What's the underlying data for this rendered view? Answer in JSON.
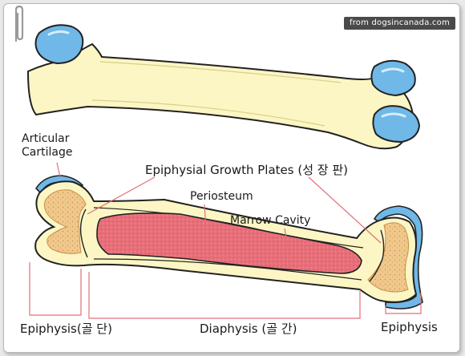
{
  "source_credit": "from dogsincanada.com",
  "labels": {
    "articular_cartilage": {
      "line1": "Articular",
      "line2": "Cartilage"
    },
    "growth_plates": "Epiphysial Growth Plates (성 장 판)",
    "periosteum": "Periosteum",
    "marrow_cavity": "Marrow Cavity",
    "epiphysis_left": "Epiphysis(골 단)",
    "diaphysis": "Diaphysis (골 간)",
    "epiphysis_right": "Epiphysis"
  },
  "colors": {
    "bone_cream": "#fbf6c4",
    "cartilage_blue": "#6fb8e8",
    "spongy_bone": "#f0c88c",
    "marrow_red": "#e8707a",
    "leader_line": "#e0707a",
    "outline": "#222222"
  }
}
